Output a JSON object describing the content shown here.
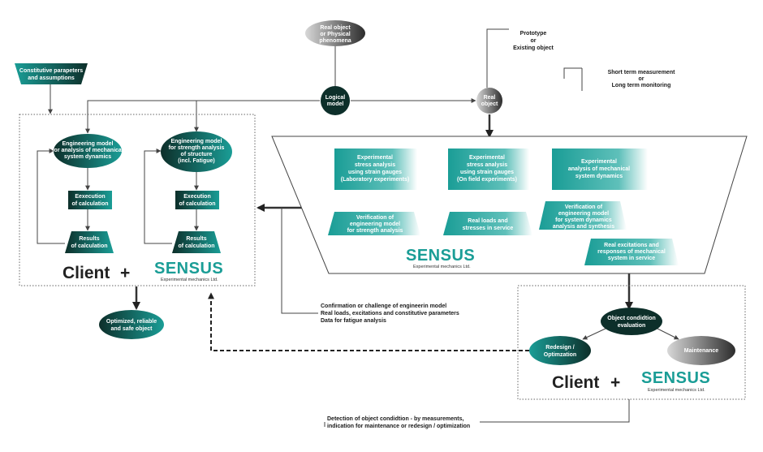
{
  "nodes": {
    "real_object_phenomena": [
      "Real object",
      "or Physical",
      "phenomena"
    ],
    "logical_model": [
      "Logical",
      "model"
    ],
    "real_object": [
      "Real",
      "object"
    ],
    "prototype_note": [
      "Prototype",
      "or",
      "Existing object"
    ],
    "monitoring_note": [
      "Short term measurement",
      "or",
      "Long term monitoring"
    ],
    "constitutive": [
      "Constitutive parapeters",
      "and assumptions"
    ],
    "eng_model_dynamics": [
      "Engineering model",
      "for analysis of mechanical",
      "system dynamics"
    ],
    "eng_model_strength": [
      "Engineering model",
      "for strength analysis",
      "of structure",
      "(incl. Fatigue)"
    ],
    "execution_1": [
      "Eexecution",
      "of calculation"
    ],
    "execution_2": [
      "Execution",
      "of calculation"
    ],
    "results_1": [
      "Results",
      "of calculation"
    ],
    "results_2": [
      "Results",
      "of calculation"
    ],
    "exp_lab": [
      "Experimental",
      "stress analysis",
      "using strain gauges",
      "(Laboratory experiments)"
    ],
    "exp_field": [
      "Experimental",
      "stress analysis",
      "using strain gauges",
      "(On field experiments)"
    ],
    "exp_dynamics": [
      "Experimental",
      "analysis of mechanical",
      "system dynamics"
    ],
    "verif_strength": [
      "Verification of",
      "engineering model",
      "for strength analysis"
    ],
    "real_loads": [
      "Real loads and",
      "stresses in service"
    ],
    "verif_dynamics": [
      "Verification of",
      "engineering model",
      "for system dynamics",
      "analysis and synthesis"
    ],
    "real_excitations": [
      "Real excitations and",
      "responses of mechanical",
      "system in service"
    ],
    "optimized": [
      "Optimized, reliable",
      "and safe object"
    ],
    "confirmation_note": [
      "Confirmation or challenge of engineerin model",
      "Real loads, excitations and constitutive parameters",
      "Data for fatigue analysis"
    ],
    "condition_eval": [
      "Object condidtion",
      "evaluation"
    ],
    "redesign": [
      "Redesign /",
      "Optimzation"
    ],
    "maintenance": [
      "Maintenance"
    ],
    "detection_note": [
      "Detection of object condidtion - by measurements,",
      "indication for maintenance or redesign / optimization"
    ]
  },
  "labels": {
    "client": "Client",
    "plus": "+",
    "brand": "SENSUS",
    "brand_sub": "Experimental mechanics Ltd."
  },
  "colors": {
    "teal": "#1a9d96",
    "dark": "#0d2f2a",
    "grey_dark": "#3a3a3a",
    "grey_light": "#dcdcdc",
    "line": "#444444"
  }
}
